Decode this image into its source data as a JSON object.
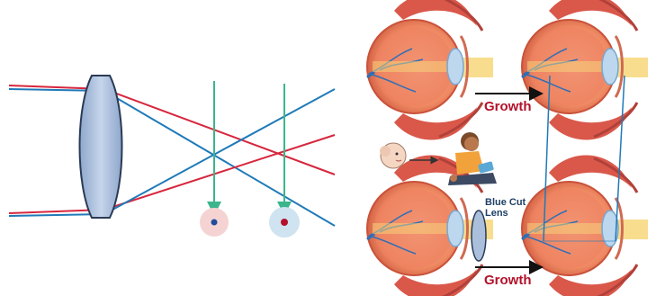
{
  "labels": {
    "growth_top": "Growth",
    "growth_bottom": "Growth",
    "blue_cut_line1": "Blue Cut",
    "blue_cut_line2": "Lens"
  },
  "colors": {
    "red_ray": "#d7263d",
    "blue_ray": "#1f7ab8",
    "arrow_teal": "#3bb58c",
    "lens_fill": "#a9bfdc",
    "growth_text": "#b3122a",
    "eye_sclera": "#f4a37f",
    "eye_retina": "#e86a4a",
    "light_beam": "#f7d77a"
  },
  "icons": [
    "convex-lens-icon",
    "eye-cross-section-icon",
    "baby-face-icon",
    "child-reading-icon",
    "arrow-right-icon"
  ]
}
